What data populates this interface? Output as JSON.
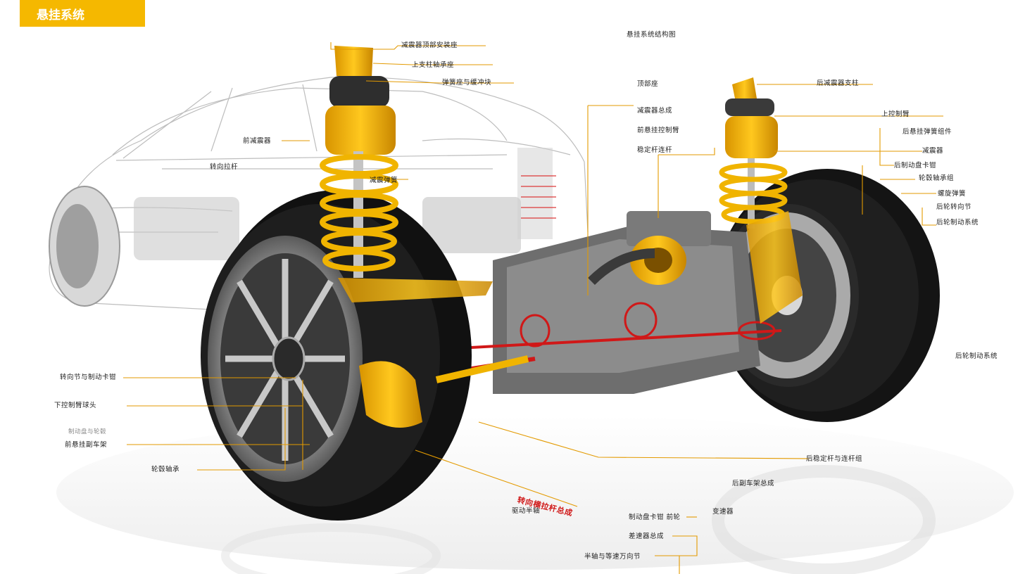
{
  "title": "悬挂系统",
  "labels": {
    "top_a": "减震器顶部安装座",
    "top_b": "上支柱轴承座",
    "top_c": "弹簧座与缓冲块",
    "tr_header": "悬挂系统结构图",
    "rear_1": "顶部座",
    "rear_2": "减震器总成",
    "rear_3": "前悬挂控制臂",
    "rear_4": "稳定杆连杆",
    "rear_5": "螺旋弹簧",
    "rr_1": "后减震器支柱",
    "rr_2": "上控制臂",
    "rr_3": "后悬挂弹簧组件",
    "rr_4": "减震器",
    "rr_5": "后制动盘卡钳",
    "rr_6": "轮毂轴承组",
    "rr_7": "后轮转向节",
    "mid_1": "前减震器",
    "mid_2": "转向拉杆",
    "mid_3": "减震弹簧",
    "left_1": "转向节与制动卡钳",
    "left_2": "下控制臂球头",
    "left_3a": "制动盘与轮毂",
    "left_3b": "前悬挂副车架",
    "left_4": "轮毂轴承",
    "right_side": "后轮制动系统",
    "bottom_1": "后稳定杆与连杆组",
    "bottom_2": "后副车架总成",
    "bottom_red": "转向横拉杆总成",
    "bottom_3": "驱动半轴",
    "bottom_4": "制动盘卡钳 前轮",
    "bottom_4b": "变速器",
    "bottom_5": "差速器总成",
    "bottom_6": "半轴与等速万向节"
  },
  "colors": {
    "accent": "#f5b800",
    "spring": "#f0b400",
    "leader": "#e39a00",
    "tire": "#141414",
    "highlight": "#d01818"
  }
}
